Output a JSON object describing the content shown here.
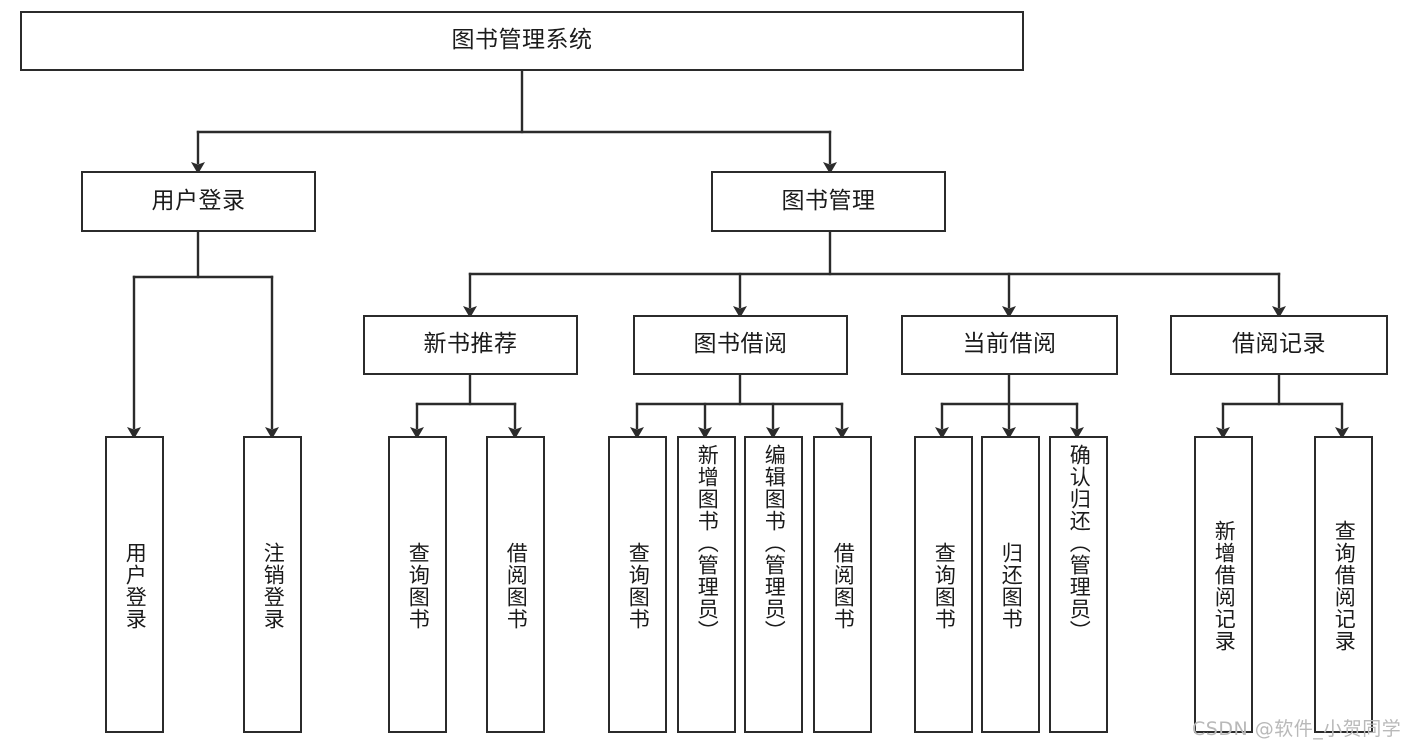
{
  "diagram": {
    "type": "tree-hierarchy",
    "title": "图书管理系统",
    "watermark": "CSDN @软件_小贺同学",
    "colors": {
      "box_border": "#2b2b2b",
      "box_fill": "#ffffff",
      "connector": "#2b2b2b",
      "text": "#1b1b1b",
      "watermark": "#b9b9b9"
    },
    "levels": {
      "level1": [
        {
          "id": "root",
          "label": "图书管理系统",
          "orientation": "horizontal"
        }
      ],
      "level2": [
        {
          "id": "user-login",
          "label": "用户登录",
          "orientation": "horizontal"
        },
        {
          "id": "book-manage",
          "label": "图书管理",
          "orientation": "horizontal"
        }
      ],
      "level3": [
        {
          "id": "new-book-recommend",
          "label": "新书推荐",
          "orientation": "horizontal",
          "parent": "book-manage"
        },
        {
          "id": "book-borrow",
          "label": "图书借阅",
          "orientation": "horizontal",
          "parent": "book-manage"
        },
        {
          "id": "current-borrow",
          "label": "当前借阅",
          "orientation": "horizontal",
          "parent": "book-manage"
        },
        {
          "id": "borrow-record",
          "label": "借阅记录",
          "orientation": "horizontal",
          "parent": "book-manage"
        }
      ],
      "leaves": [
        {
          "id": "leaf-user-login",
          "label": "用户登录",
          "orientation": "vertical",
          "parent": "user-login"
        },
        {
          "id": "leaf-logout",
          "label": "注销登录",
          "orientation": "vertical",
          "parent": "user-login"
        },
        {
          "id": "leaf-query-book-1",
          "label": "查询图书",
          "orientation": "vertical",
          "parent": "new-book-recommend"
        },
        {
          "id": "leaf-borrow-book-1",
          "label": "借阅图书",
          "orientation": "vertical",
          "parent": "new-book-recommend"
        },
        {
          "id": "leaf-query-book-2",
          "label": "查询图书",
          "orientation": "vertical",
          "parent": "book-borrow"
        },
        {
          "id": "leaf-add-book",
          "label": "新增图书（管理员）",
          "orientation": "vertical",
          "parent": "book-borrow"
        },
        {
          "id": "leaf-edit-book",
          "label": "编辑图书（管理员）",
          "orientation": "vertical",
          "parent": "book-borrow"
        },
        {
          "id": "leaf-borrow-book-2",
          "label": "借阅图书",
          "orientation": "vertical",
          "parent": "book-borrow"
        },
        {
          "id": "leaf-query-book-3",
          "label": "查询图书",
          "orientation": "vertical",
          "parent": "current-borrow"
        },
        {
          "id": "leaf-return-book",
          "label": "归还图书",
          "orientation": "vertical",
          "parent": "current-borrow"
        },
        {
          "id": "leaf-confirm-return",
          "label": "确认归还（管理员）",
          "orientation": "vertical",
          "parent": "current-borrow"
        },
        {
          "id": "leaf-add-record",
          "label": "新增借阅记录",
          "orientation": "vertical",
          "parent": "borrow-record"
        },
        {
          "id": "leaf-query-record",
          "label": "查询借阅记录",
          "orientation": "vertical",
          "parent": "borrow-record"
        }
      ]
    }
  }
}
